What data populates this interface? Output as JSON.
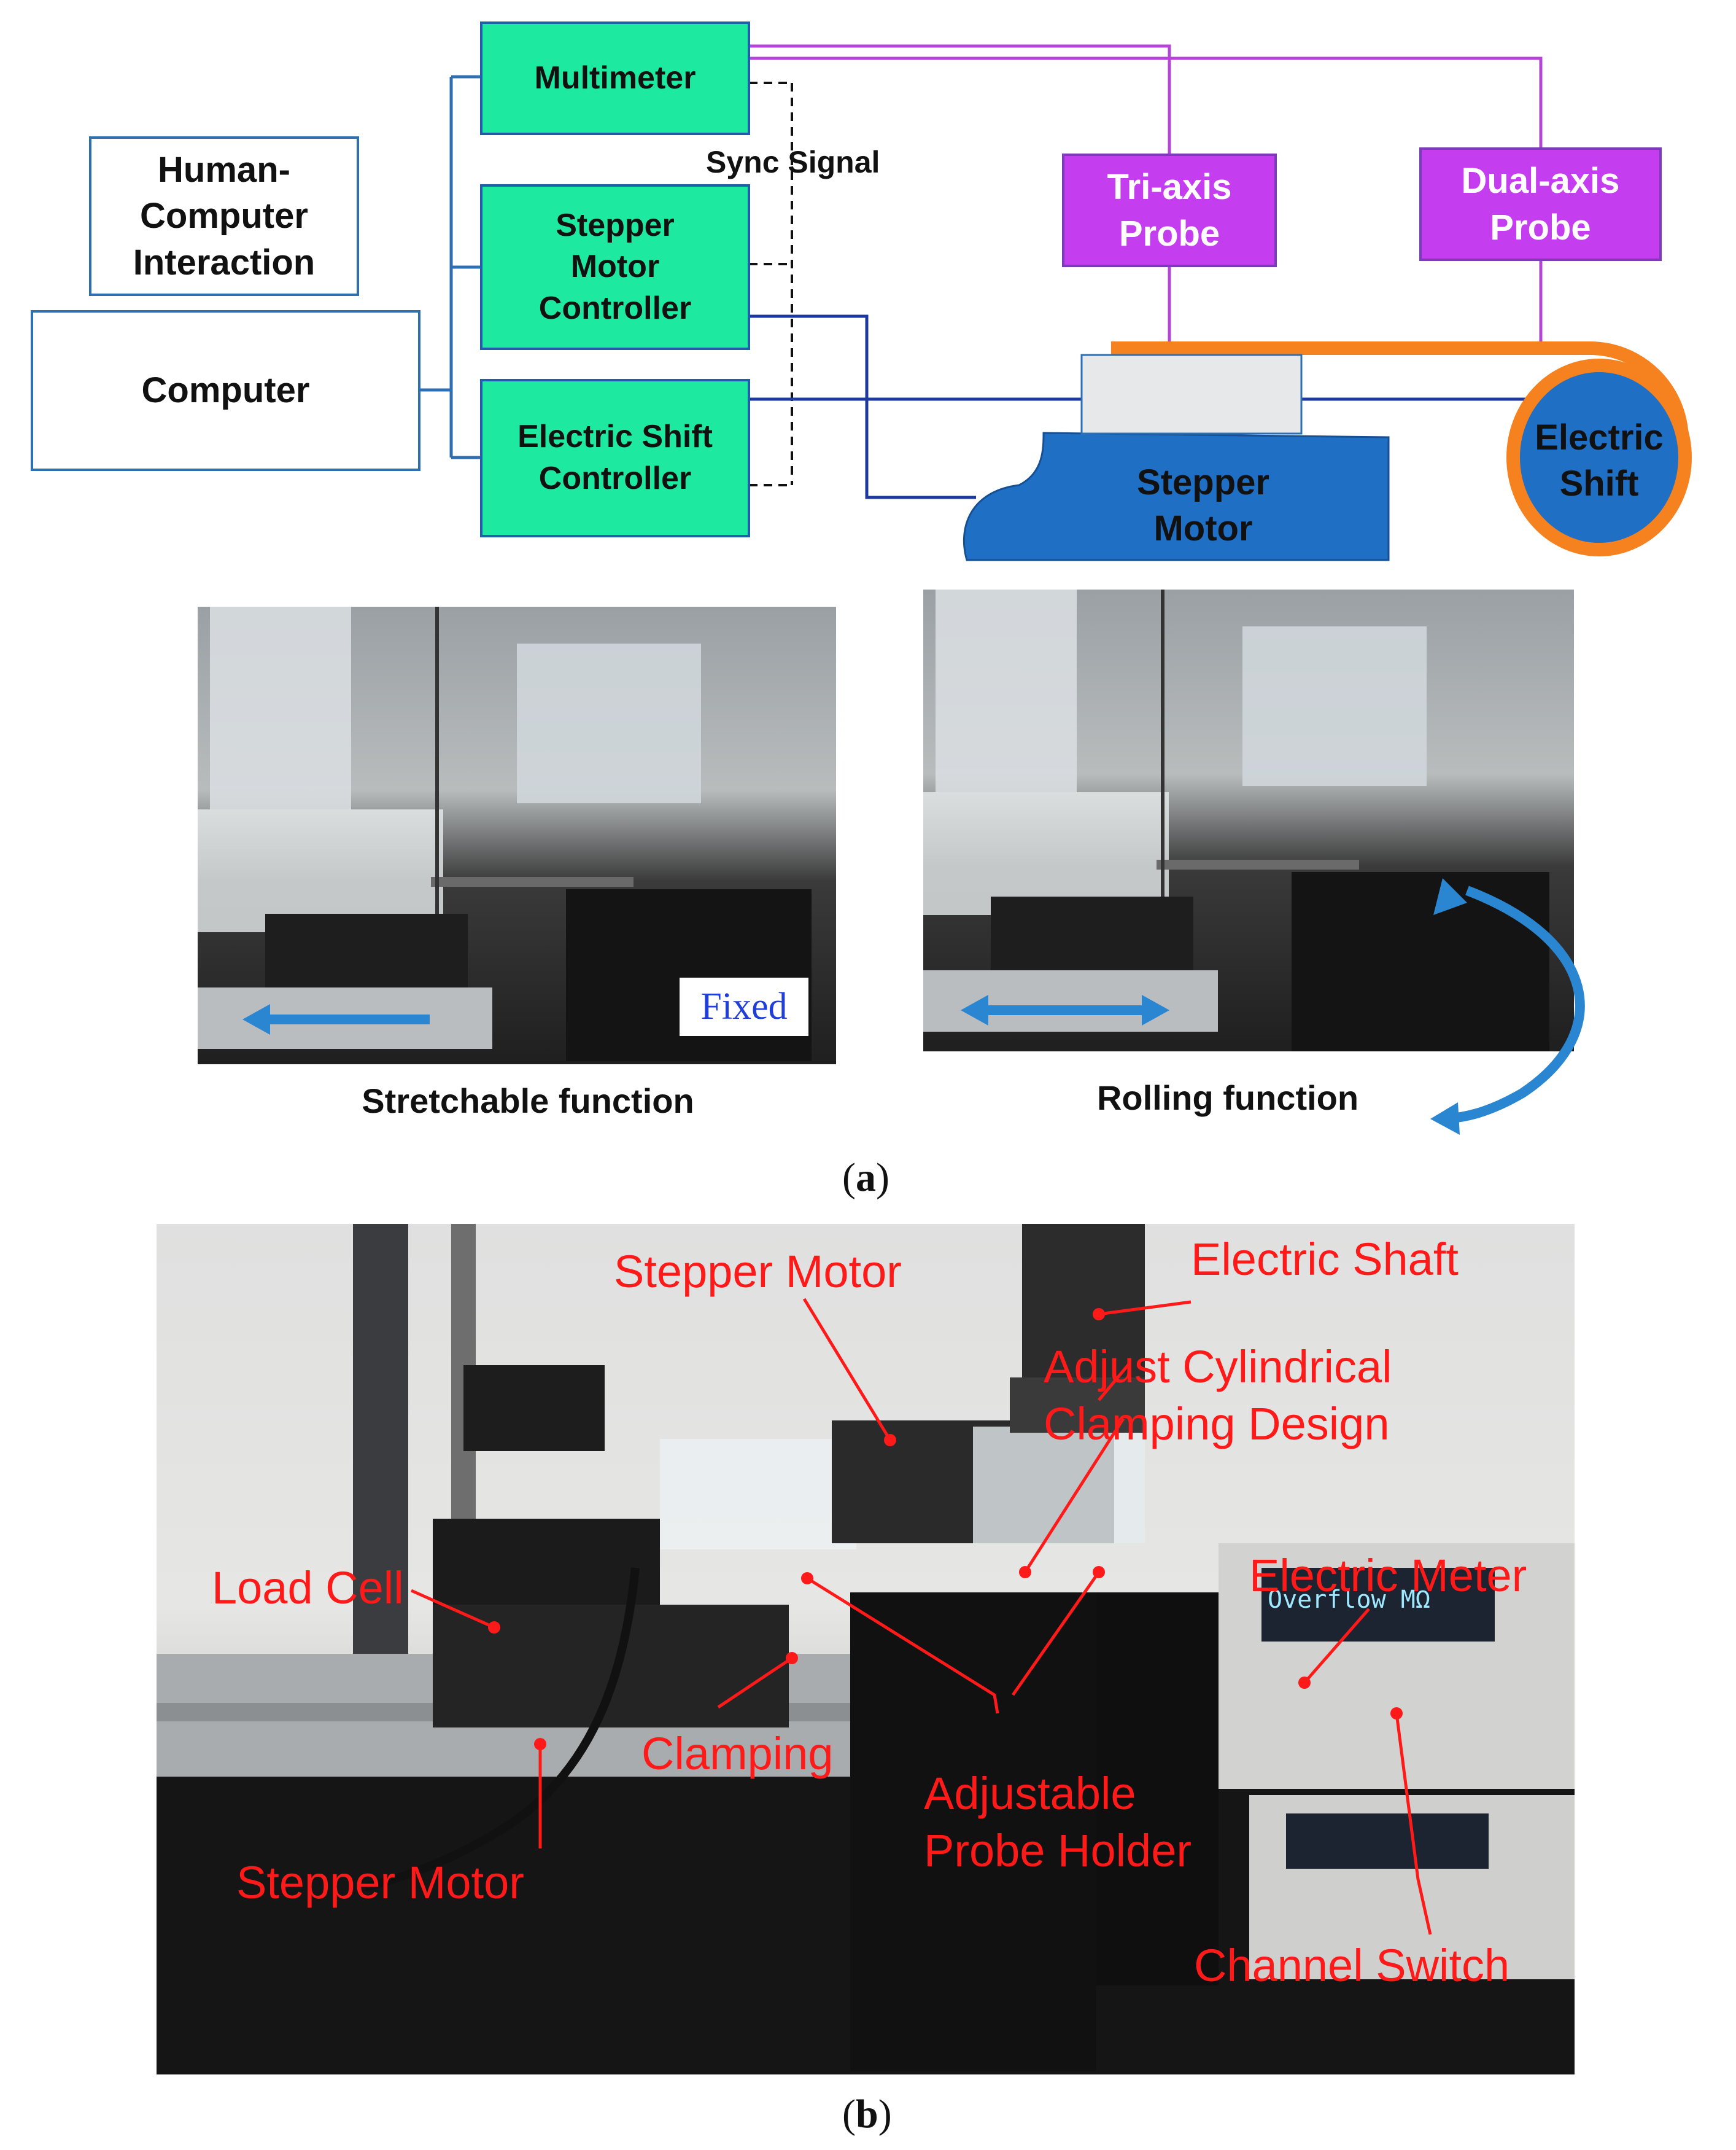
{
  "diagram": {
    "human_computer_interaction": "Human-\nComputer\nInteraction",
    "computer": "Computer",
    "multimeter": "Multimeter",
    "stepper_motor_controller": "Stepper\nMotor\nController",
    "electric_shift_controller": "Electric Shift\nController",
    "sync_signal": "Sync Signal",
    "tri_axis_probe": "Tri-axis\nProbe",
    "dual_axis_probe": "Dual-axis\nProbe",
    "stepper_motor": "Stepper\nMotor",
    "electric_shift": "Electric\nShift",
    "colors": {
      "controller_fill": "#1de9a0",
      "probe_fill": "#c43ef0",
      "motor_fill": "#1f6fc4",
      "belt": "#f5821f",
      "wire_purple": "#b545d6",
      "wire_blue": "#1f3a9e"
    }
  },
  "photos_a": {
    "fixed_label": "Fixed",
    "stretch_caption": "Stretchable function",
    "roll_caption": "Rolling function"
  },
  "label_a": {
    "open": "(",
    "letter": "a",
    "close": ")"
  },
  "photo_b": {
    "stepper_motor_top": "Stepper Motor",
    "electric_shaft": "Electric Shaft",
    "adjust_clamp": "Adjust Cylindrical\nClamping Design",
    "load_cell": "Load Cell",
    "electric_meter": "Electric Meter",
    "clamping": "Clamping",
    "probe_holder": "Adjustable\nProbe Holder",
    "stepper_motor_bottom": "Stepper Motor",
    "channel_switch": "Channel Switch",
    "meter_display": "Overflow MΩ"
  },
  "label_b": {
    "open": "(",
    "letter": "b",
    "close": ")"
  }
}
